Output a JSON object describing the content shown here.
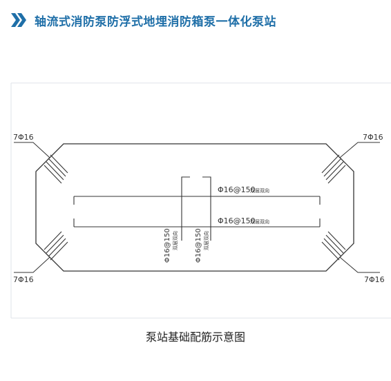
{
  "header": {
    "title": "轴流式消防泵防浮式地埋消防箱泵一体化泵站",
    "icon": "double-chevron-right-icon",
    "accent_color": "#1f6fa8"
  },
  "diagram": {
    "corner_label_tl": "7Φ16",
    "corner_label_tr": "7Φ16",
    "corner_label_bl": "7Φ16",
    "corner_label_br": "7Φ16",
    "rebar_label_top": "Φ16@150",
    "rebar_label_top_note": "双层双向",
    "rebar_label_mid": "Φ16@150",
    "rebar_label_mid_note": "双层双向",
    "rebar_label_vert_left": "Φ16@150",
    "rebar_label_vert_left_note": "双层双向",
    "rebar_label_vert_right": "Φ16@150",
    "rebar_label_vert_right_note": "双层双向"
  },
  "caption": "泵站基础配筋示意图"
}
